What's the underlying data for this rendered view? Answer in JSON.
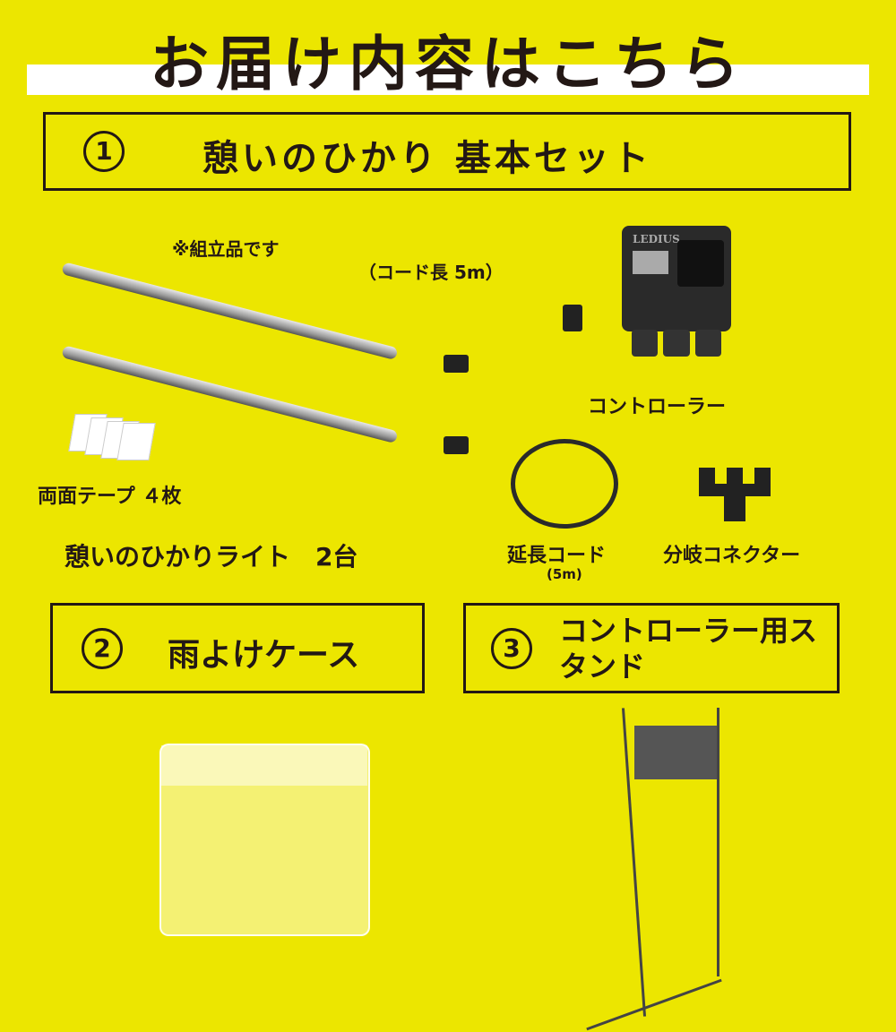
{
  "title": "お届け内容はこちら",
  "sections": [
    {
      "number": "1",
      "label": "憩いのひかり 基本セット"
    },
    {
      "number": "2",
      "label": "雨よけケース"
    },
    {
      "number": "3",
      "label": "コントローラー用スタンド"
    }
  ],
  "set": {
    "assembled_note": "※組立品です",
    "cord_note": "（コード長 5m）",
    "tape": "両面テープ ４枚",
    "lights": "憩いのひかりライト　2台",
    "controller": "コントローラー",
    "extension": "延長コード",
    "extension_len": "(5m)",
    "splitter": "分岐コネクター",
    "controller_logo": "LEDIUS"
  },
  "colors": {
    "background": "#ece600"
  }
}
